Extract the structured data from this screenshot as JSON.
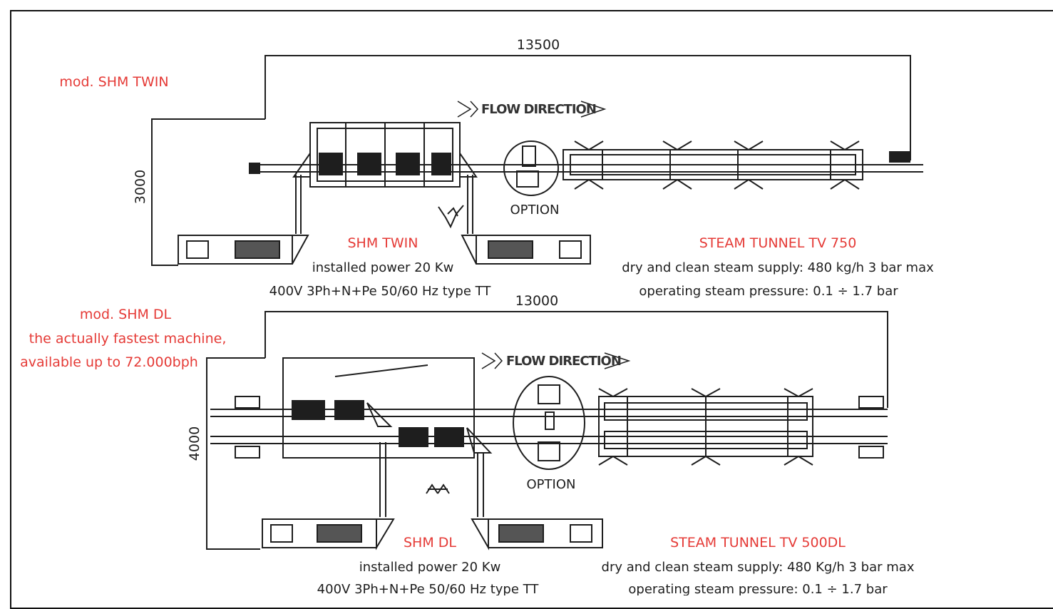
{
  "top": {
    "model": "mod. SHM TWIN",
    "length_dim": "13500",
    "height_dim": "3000",
    "flow": "FLOW DIRECTION",
    "option": "OPTION",
    "machine": {
      "name": "SHM TWIN",
      "power": "installed power 20 Kw",
      "supply": "400V 3Ph+N+Pe 50/60 Hz type TT"
    },
    "tunnel": {
      "name": "STEAM TUNNEL TV 750",
      "steam": "dry and clean steam supply: 480 kg/h 3 bar max",
      "pressure": "operating steam pressure: 0.1 ÷ 1.7 bar"
    }
  },
  "bottom": {
    "model": "mod. SHM DL",
    "tagline1": "the actually fastest machine,",
    "tagline2": "available up to 72.000bph",
    "length_dim": "13000",
    "height_dim": "4000",
    "flow": "FLOW DIRECTION",
    "option": "OPTION",
    "machine": {
      "name": "SHM DL",
      "power": "installed power 20 Kw",
      "supply": "400V 3Ph+N+Pe 50/60 Hz type TT"
    },
    "tunnel": {
      "name": "STEAM TUNNEL TV 500DL",
      "steam": "dry and clean steam supply: 480 Kg/h 3 bar max",
      "pressure": "operating steam pressure: 0.1 ÷ 1.7 bar"
    }
  },
  "colors": {
    "accent_red": "#e53a36",
    "line": "#1e1e1e"
  }
}
